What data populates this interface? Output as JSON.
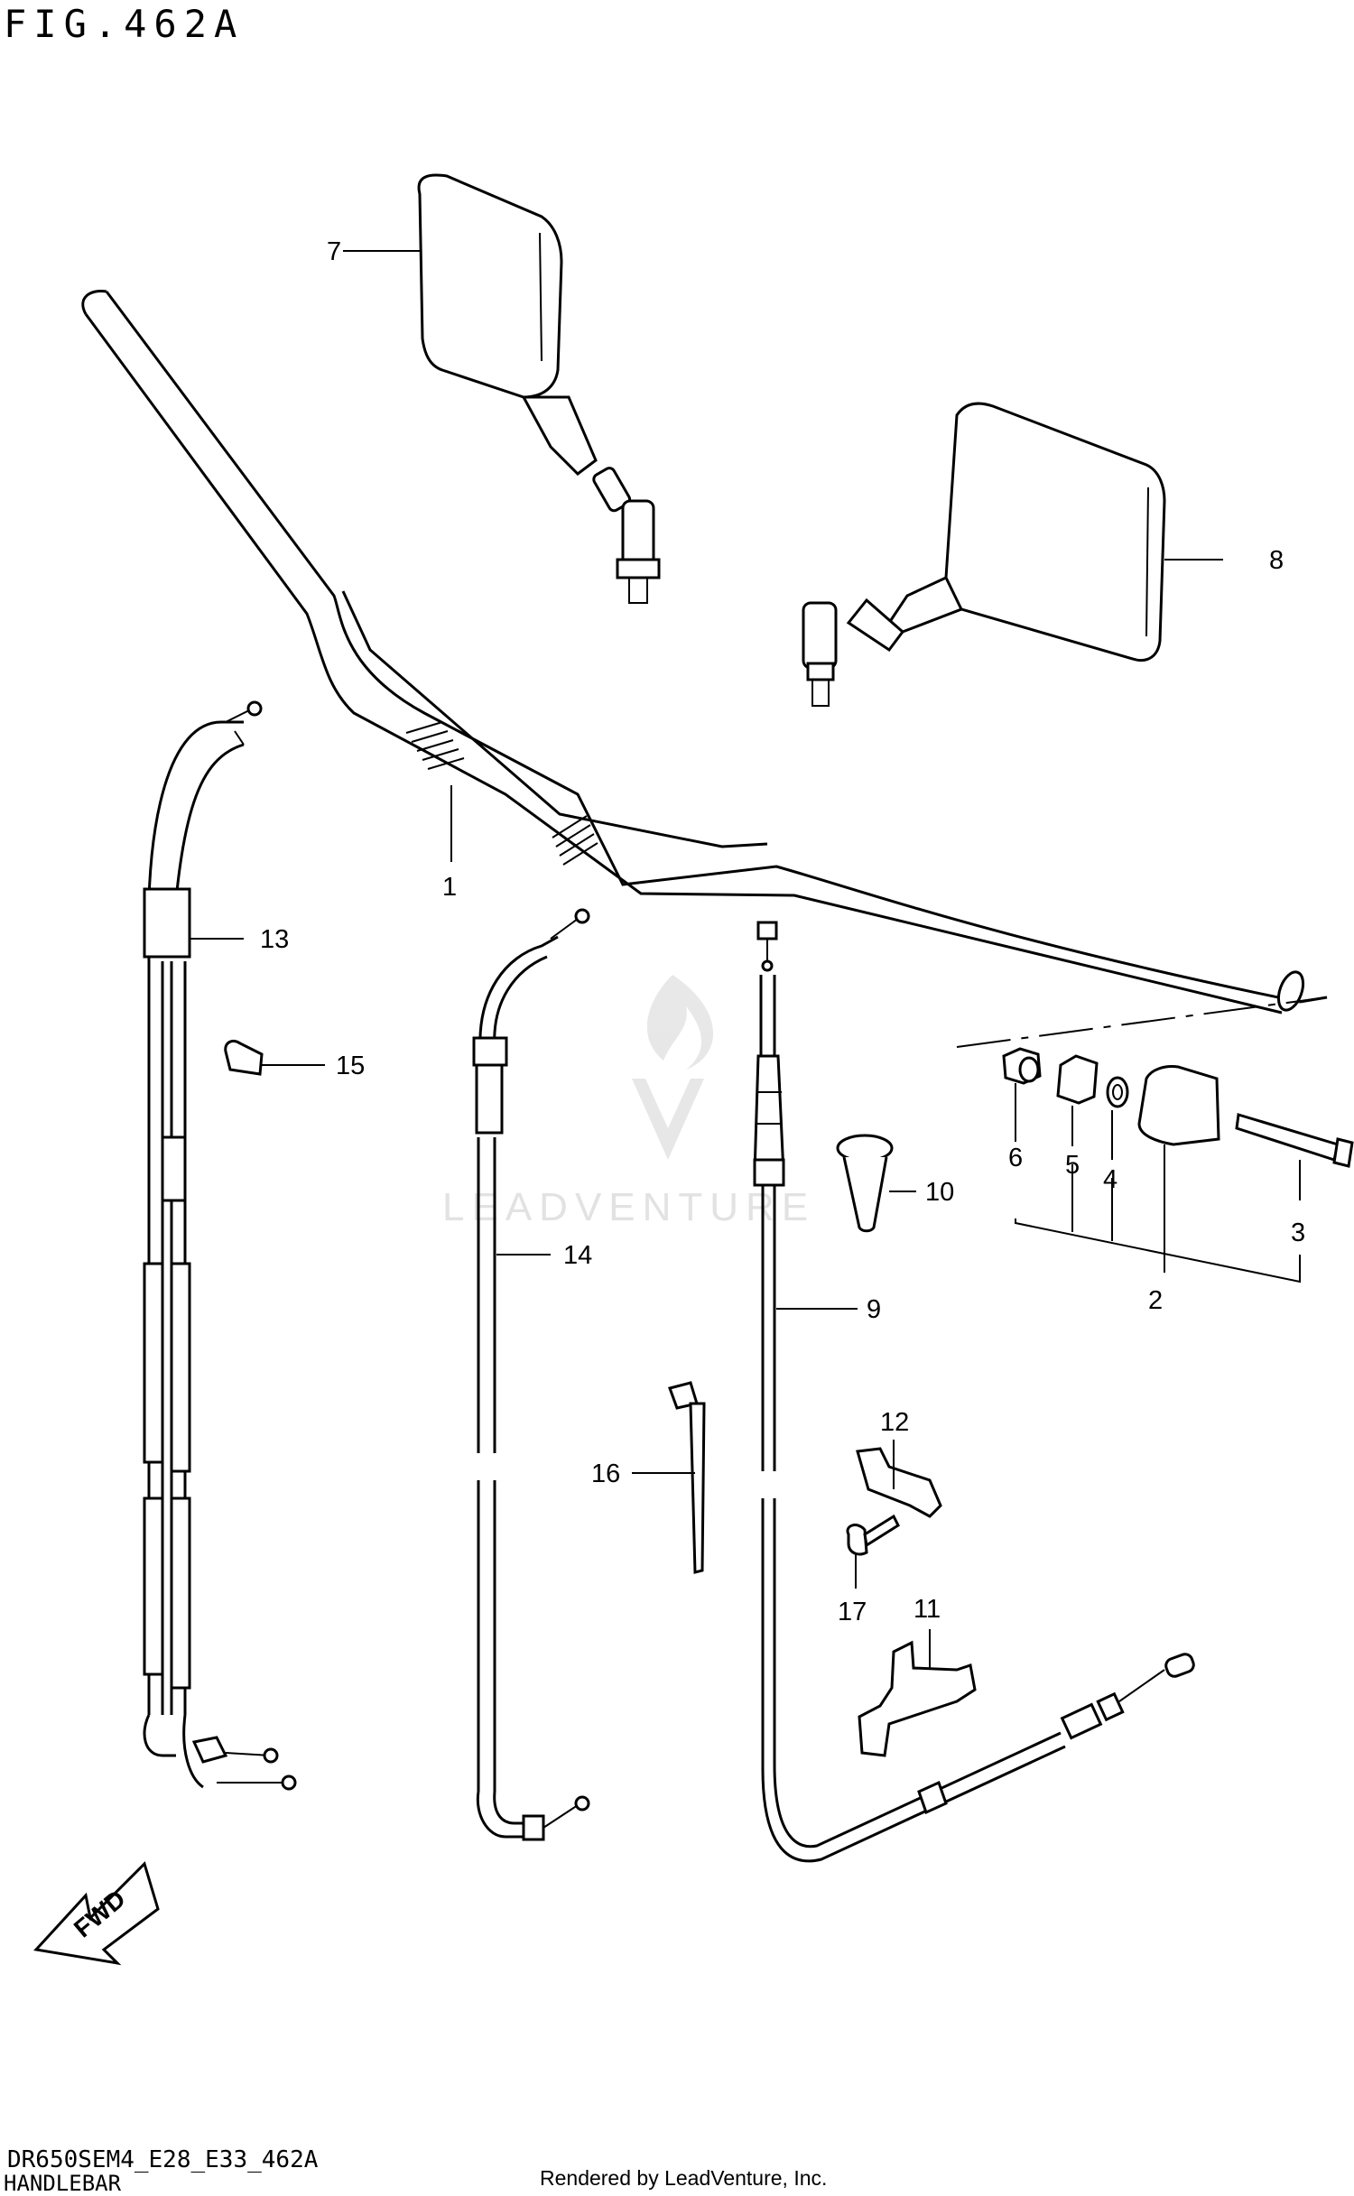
{
  "header": {
    "figure_title": "FIG.462A"
  },
  "footer": {
    "model_code": "DR650SEM4_E28_E33_462A",
    "section_name": "HANDLEBAR",
    "render_credit": "Rendered by LeadVenture, Inc."
  },
  "watermark": {
    "text": "LEADVENTURE"
  },
  "fwd_arrow": {
    "label": "FWD"
  },
  "callouts": [
    "1",
    "2",
    "3",
    "4",
    "5",
    "6",
    "7",
    "8",
    "9",
    "10",
    "11",
    "12",
    "13",
    "14",
    "15",
    "16",
    "17"
  ]
}
